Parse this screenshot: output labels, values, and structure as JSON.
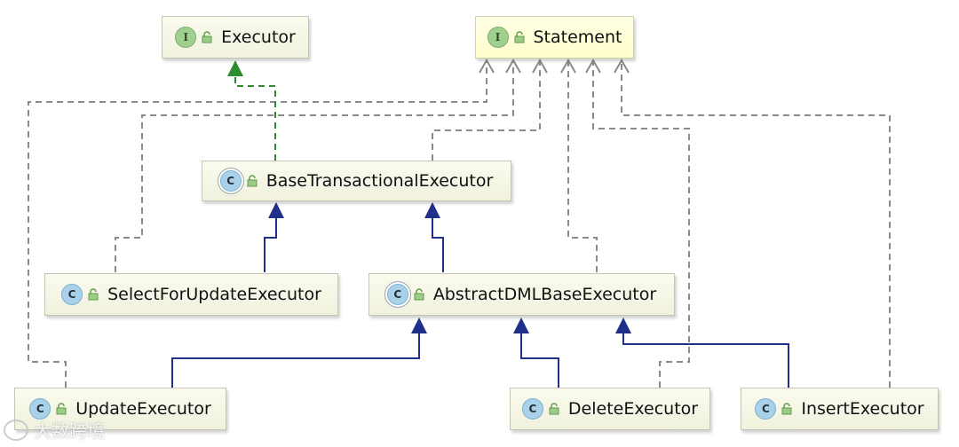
{
  "diagram": {
    "nodes": {
      "executor": {
        "label": "Executor",
        "kind": "interface",
        "badge": "I"
      },
      "statement": {
        "label": "Statement",
        "kind": "interface",
        "badge": "I"
      },
      "base_transactional": {
        "label": "BaseTransactionalExecutor",
        "kind": "abstract-class",
        "badge": "C"
      },
      "select_for_update": {
        "label": "SelectForUpdateExecutor",
        "kind": "class",
        "badge": "C"
      },
      "abstract_dml_base": {
        "label": "AbstractDMLBaseExecutor",
        "kind": "abstract-class",
        "badge": "C"
      },
      "update": {
        "label": "UpdateExecutor",
        "kind": "class",
        "badge": "C"
      },
      "delete": {
        "label": "DeleteExecutor",
        "kind": "class",
        "badge": "C"
      },
      "insert": {
        "label": "InsertExecutor",
        "kind": "class",
        "badge": "C"
      }
    },
    "edges": [
      {
        "from": "base_transactional",
        "to": "executor",
        "type": "implements"
      },
      {
        "from": "base_transactional",
        "to": "statement",
        "type": "implements"
      },
      {
        "from": "select_for_update",
        "to": "statement",
        "type": "implements"
      },
      {
        "from": "abstract_dml_base",
        "to": "statement",
        "type": "implements"
      },
      {
        "from": "update",
        "to": "statement",
        "type": "implements"
      },
      {
        "from": "delete",
        "to": "statement",
        "type": "implements"
      },
      {
        "from": "insert",
        "to": "statement",
        "type": "implements"
      },
      {
        "from": "select_for_update",
        "to": "base_transactional",
        "type": "extends"
      },
      {
        "from": "abstract_dml_base",
        "to": "base_transactional",
        "type": "extends"
      },
      {
        "from": "update",
        "to": "abstract_dml_base",
        "type": "extends"
      },
      {
        "from": "delete",
        "to": "abstract_dml_base",
        "type": "extends"
      },
      {
        "from": "insert",
        "to": "abstract_dml_base",
        "type": "extends"
      }
    ],
    "colors": {
      "implements_executor": "#2e8b2e",
      "implements_statement": "#8a8a8a",
      "extends": "#1f2f8a"
    }
  },
  "watermark": {
    "text": "大数跨境"
  }
}
